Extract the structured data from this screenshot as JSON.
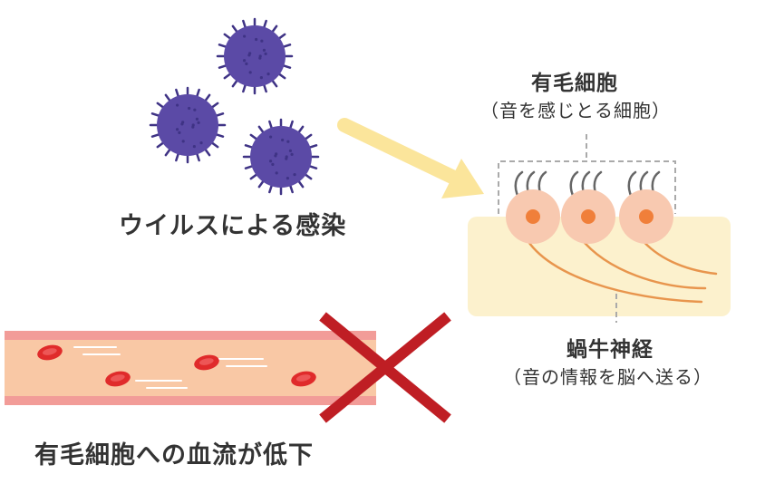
{
  "labels": {
    "virus_infection": "ウイルスによる感染",
    "hair_cell": "有毛細胞",
    "hair_cell_note": "（音を感じとる細胞）",
    "cochlear_nerve": "蝸牛神経",
    "cochlear_nerve_note": "（音の情報を脳へ送る）",
    "blood_flow_decrease": "有毛細胞への血流が低下"
  },
  "colors": {
    "text": "#333333",
    "virus": "#5b4aa6",
    "virus_spike": "#3f3385",
    "arrow": "#fbe59b",
    "tissue": "#fcf1cd",
    "cell": "#f8c9b0",
    "nucleus": "#f07f3a",
    "nerve": "#e8954d",
    "cilia": "#666666",
    "vessel_wall": "#f29c98",
    "vessel_inner": "#f9c8a5",
    "blood_cell": "#e02b2b",
    "cross": "#bf1e24",
    "dashed": "#aaaaaa"
  },
  "icons": [
    "virus-icon",
    "arrow-icon",
    "cross-icon",
    "red-blood-cell-icon"
  ]
}
